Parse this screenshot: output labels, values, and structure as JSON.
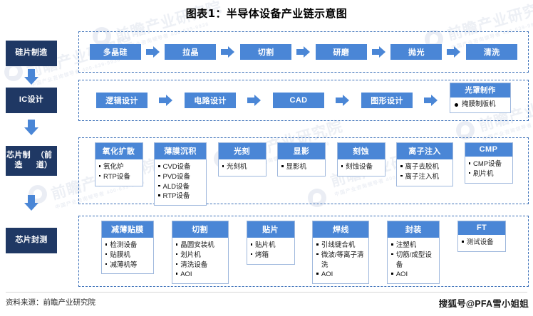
{
  "title": "图表1：半导体设备产业链示意图",
  "colors": {
    "stage_bg": "#1F3864",
    "chip_bg": "#4A86D6",
    "card_header_bg": "#4A86D6",
    "card_border": "#9FB8DD",
    "row_border": "#3A6FB8",
    "watermark": "#DFE4EE"
  },
  "stages": [
    {
      "id": "stage-1",
      "label": "硅片制造"
    },
    {
      "id": "stage-2",
      "label": "IC设计"
    },
    {
      "id": "stage-3",
      "label": "芯片制造\n（前道）",
      "line1": "芯片制造",
      "line2": "（前道）"
    },
    {
      "id": "stage-4",
      "label": "芯片封测"
    }
  ],
  "rows": {
    "row1": {
      "name": "硅片制造",
      "steps": [
        {
          "label": "多晶硅"
        },
        {
          "label": "拉晶"
        },
        {
          "label": "切割"
        },
        {
          "label": "研磨"
        },
        {
          "label": "抛光"
        },
        {
          "label": "清洗"
        }
      ]
    },
    "row2": {
      "name": "IC设计",
      "steps": [
        {
          "label": "逻辑设计"
        },
        {
          "label": "电路设计"
        },
        {
          "label": "CAD"
        },
        {
          "label": "图形设计"
        }
      ],
      "mask_card": {
        "header": "光罩制作",
        "items": [
          "掩膜制版机"
        ]
      }
    },
    "row3": {
      "name": "芯片制造（前道）",
      "cards": [
        {
          "header": "氧化扩散",
          "items": [
            "氧化炉",
            "RTP设备"
          ]
        },
        {
          "header": "薄膜沉积",
          "items": [
            "CVD设备",
            "PVD设备",
            "ALD设备",
            "RTP设备"
          ]
        },
        {
          "header": "光刻",
          "items": [
            "光刻机"
          ]
        },
        {
          "header": "显影",
          "items": [
            "显影机"
          ]
        },
        {
          "header": "刻蚀",
          "items": [
            "刻蚀设备"
          ]
        },
        {
          "header": "离子注入",
          "items": [
            "离子去胶机",
            "离子注入机"
          ]
        },
        {
          "header": "CMP",
          "items": [
            "CMP设备",
            "刷片机"
          ]
        }
      ]
    },
    "row4": {
      "name": "芯片封测",
      "cards": [
        {
          "header": "减薄贴膜",
          "items": [
            "检测设备",
            "贴膜机",
            "减薄机等"
          ]
        },
        {
          "header": "切割",
          "items": [
            "晶圆安装机",
            "划片机",
            "清洗设备",
            "AOI"
          ]
        },
        {
          "header": "贴片",
          "items": [
            "贴片机",
            "烤箱"
          ]
        },
        {
          "header": "焊线",
          "items": [
            "引线键合机",
            "微波/等离子清洗",
            "AOI"
          ]
        },
        {
          "header": "封装",
          "items": [
            "注塑机",
            "切筋/成型设备",
            "AOI"
          ]
        },
        {
          "header": "FT",
          "items": [
            "测试设备"
          ]
        }
      ]
    }
  },
  "footer": {
    "source": "资料来源：前瞻产业研究院",
    "byline": "搜狐号@PFA雪小姐姐"
  },
  "watermark": {
    "big": "前瞻产业研究院",
    "small": "中国产业咨询领导者 400-639-9936"
  }
}
